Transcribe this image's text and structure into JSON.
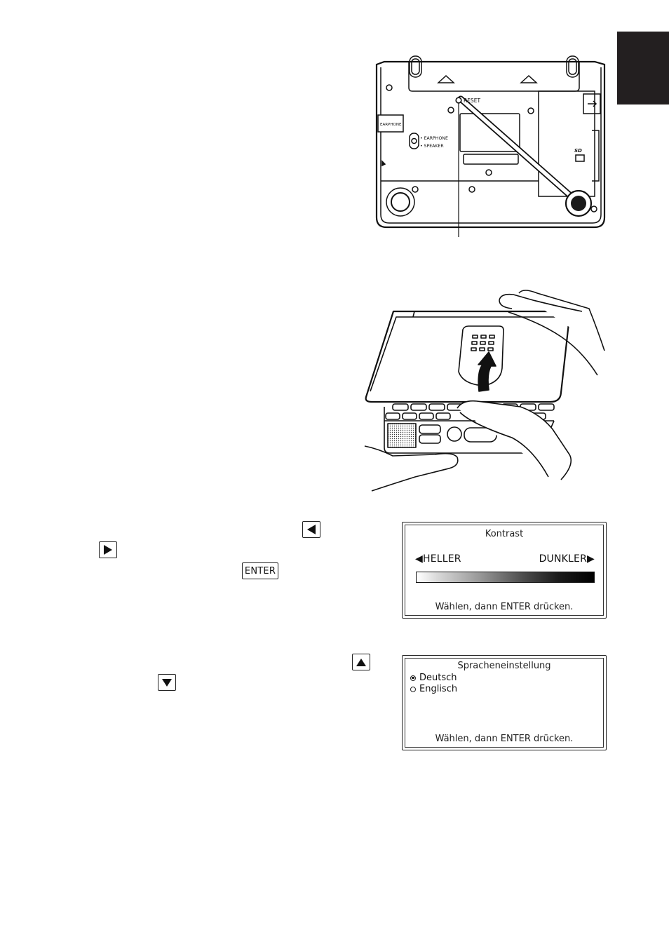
{
  "device_back": {
    "reset_label": "RESET",
    "earphone_tab": "EARPHONE",
    "switch_earphone": "• EARPHONE",
    "switch_speaker": "• SPEAKER",
    "sd_logo": "SD"
  },
  "keys": {
    "left": "left-arrow-key",
    "right": "right-arrow-key",
    "enter": "ENTER",
    "up": "up-arrow-key",
    "down": "down-arrow-key"
  },
  "contrast_screen": {
    "title": "Kontrast",
    "left_label": "◀HELLER",
    "right_label": "DUNKLER▶",
    "footer": "Wählen, dann ENTER drücken."
  },
  "language_screen": {
    "title": "Spracheneinstellung",
    "options": [
      "Deutsch",
      "Englisch"
    ],
    "selected": 0,
    "footer": "Wählen, dann ENTER drücken."
  },
  "colors": {
    "tab": "#231f20",
    "ink": "#1a1a1a"
  }
}
